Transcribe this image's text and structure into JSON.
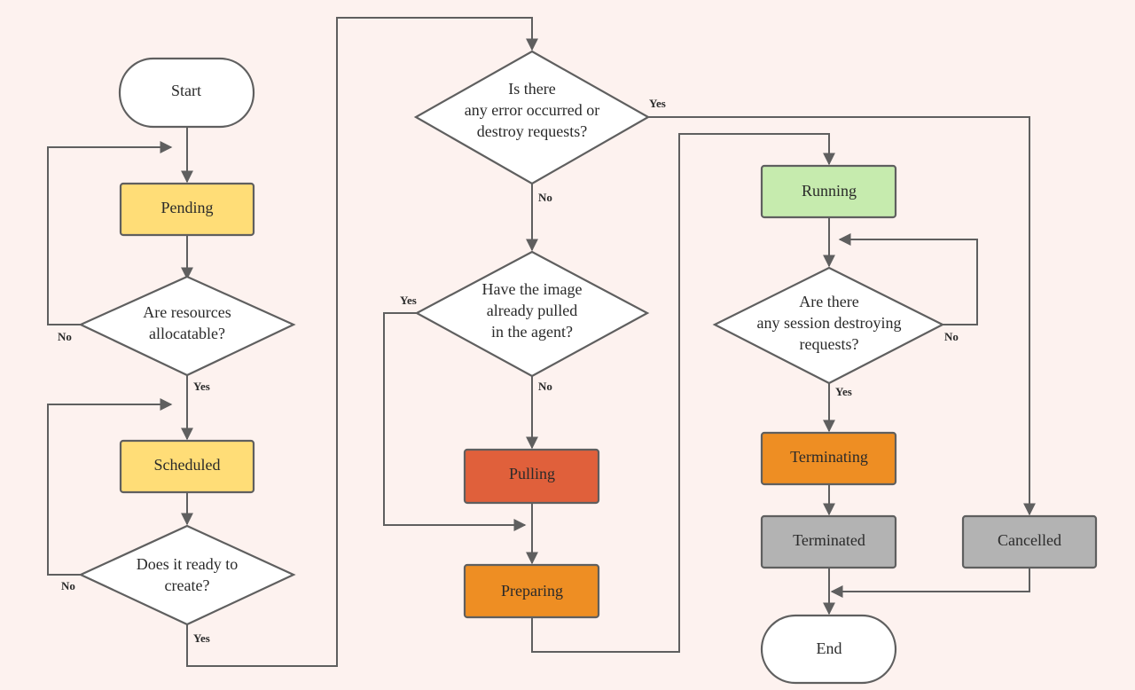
{
  "colors": {
    "background": "#fdf2ef",
    "terminal": "#ffffff",
    "decision": "#ffffff",
    "yellow": "#ffdd77",
    "green": "#c6ebae",
    "red": "#e0603b",
    "orange": "#ee8e23",
    "gray": "#b3b3b3",
    "line": "#5f5f5f"
  },
  "nodes": {
    "start": "Start",
    "pending": "Pending",
    "resources_q": [
      "Are resources",
      "allocatable?"
    ],
    "scheduled": "Scheduled",
    "ready_q": [
      "Does it ready to",
      "create?"
    ],
    "error_q": [
      "Is there",
      "any error occurred or",
      "destroy requests?"
    ],
    "image_q": [
      "Have the image",
      "already pulled",
      "in the agent?"
    ],
    "pulling": "Pulling",
    "preparing": "Preparing",
    "running": "Running",
    "session_q": [
      "Are there",
      "any session destroying",
      "requests?"
    ],
    "terminating": "Terminating",
    "terminated": "Terminated",
    "cancelled": "Cancelled",
    "end": "End"
  },
  "edge_labels": {
    "resources_no": "No",
    "resources_yes": "Yes",
    "ready_no": "No",
    "ready_yes": "Yes",
    "error_yes": "Yes",
    "error_no": "No",
    "image_yes": "Yes",
    "image_no": "No",
    "session_no": "No",
    "session_yes": "Yes"
  }
}
